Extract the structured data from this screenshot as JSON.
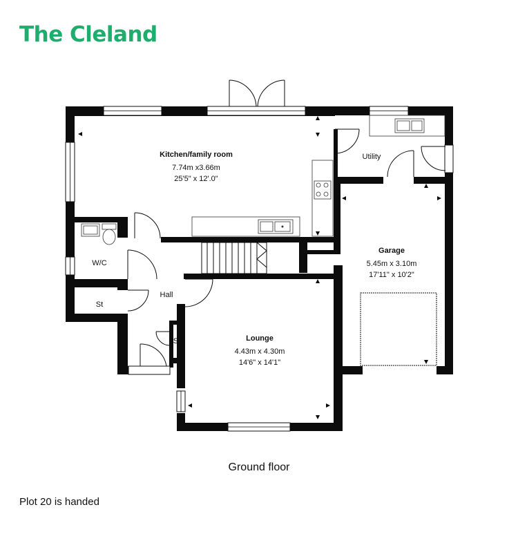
{
  "brand": {
    "title": "The Cleland",
    "color": "#1fad6e"
  },
  "floor_label": "Ground floor",
  "handed_note": "Plot 20 is handed",
  "rooms": {
    "kitchen": {
      "name": "Kitchen/family room",
      "metric": "7.74m x3.66m",
      "imperial": "25'5\" x 12'.0\""
    },
    "garage": {
      "name": "Garage",
      "metric": "5.45m x 3.10m",
      "imperial": "17'11\" x 10'2\""
    },
    "lounge": {
      "name": "Lounge",
      "metric": "4.43m x 4.30m",
      "imperial": "14'6\" x 14'1\""
    },
    "utility": {
      "name": "Utility"
    },
    "wc": {
      "name": "W/C"
    },
    "hall": {
      "name": "Hall"
    },
    "store1": {
      "name": "St"
    },
    "store2": {
      "name": "St"
    }
  }
}
